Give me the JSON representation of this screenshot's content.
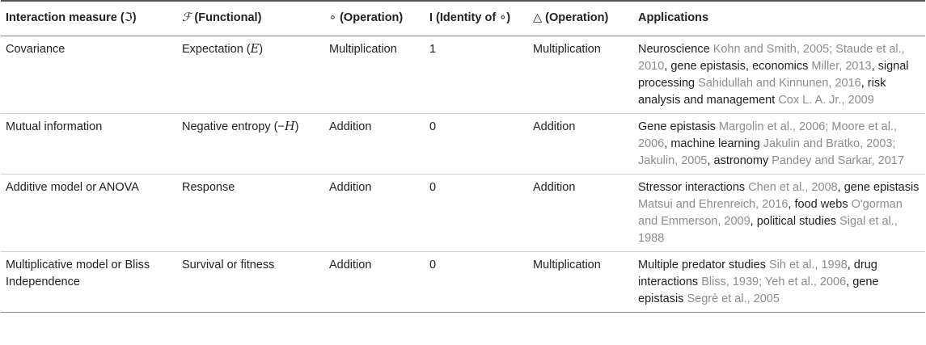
{
  "headers": [
    {
      "parts": [
        {
          "t": "Interaction measure (",
          "cls": ""
        },
        {
          "t": "ℑ",
          "cls": "sym"
        },
        {
          "t": ")",
          "cls": ""
        }
      ]
    },
    {
      "parts": [
        {
          "t": "ℱ",
          "cls": "math"
        },
        {
          "t": " (Functional)",
          "cls": ""
        }
      ]
    },
    {
      "parts": [
        {
          "t": "∘",
          "cls": "sym"
        },
        {
          "t": " (Operation)",
          "cls": ""
        }
      ]
    },
    {
      "parts": [
        {
          "t": "I (Identity of ",
          "cls": ""
        },
        {
          "t": "∘",
          "cls": "sym"
        },
        {
          "t": ")",
          "cls": ""
        }
      ]
    },
    {
      "parts": [
        {
          "t": "△",
          "cls": "sym"
        },
        {
          "t": " (Operation)",
          "cls": ""
        }
      ]
    },
    {
      "parts": [
        {
          "t": "Applications",
          "cls": ""
        }
      ]
    }
  ],
  "rows": [
    {
      "measure": "Covariance",
      "functional": [
        {
          "t": "Expectation (",
          "cls": ""
        },
        {
          "t": "E",
          "cls": "math"
        },
        {
          "t": ")",
          "cls": ""
        }
      ],
      "operation": "Multiplication",
      "identity": "1",
      "delta": "Multiplication",
      "applications": [
        {
          "t": "Neuroscience ",
          "cite": false
        },
        {
          "t": "Kohn and Smith, 2005; Staude et al., 2010",
          "cite": true
        },
        {
          "t": ", gene epistasis, economics ",
          "cite": false
        },
        {
          "t": "Miller, 2013",
          "cite": true
        },
        {
          "t": ", signal processing ",
          "cite": false
        },
        {
          "t": "Sahidullah and Kinnunen, 2016",
          "cite": true
        },
        {
          "t": ", risk analysis and management ",
          "cite": false
        },
        {
          "t": "Cox L. A. Jr., 2009",
          "cite": true
        }
      ]
    },
    {
      "measure": "Mutual information",
      "functional": [
        {
          "t": "Negative entropy (−",
          "cls": ""
        },
        {
          "t": "H",
          "cls": "math"
        },
        {
          "t": ")",
          "cls": ""
        }
      ],
      "operation": "Addition",
      "identity": "0",
      "delta": "Addition",
      "applications": [
        {
          "t": "Gene epistasis ",
          "cite": false
        },
        {
          "t": "Margolin et al., 2006; Moore et al., 2006",
          "cite": true
        },
        {
          "t": ", machine learning ",
          "cite": false
        },
        {
          "t": "Jakulin and Bratko, 2003; Jakulin, 2005",
          "cite": true
        },
        {
          "t": ", astronomy ",
          "cite": false
        },
        {
          "t": "Pandey and Sarkar, 2017",
          "cite": true
        }
      ]
    },
    {
      "measure": "Additive model or ANOVA",
      "functional": [
        {
          "t": "Response",
          "cls": ""
        }
      ],
      "operation": "Addition",
      "identity": "0",
      "delta": "Addition",
      "applications": [
        {
          "t": "Stressor interactions ",
          "cite": false
        },
        {
          "t": "Chen et al., 2008",
          "cite": true
        },
        {
          "t": ", gene epistasis ",
          "cite": false
        },
        {
          "t": "Matsui and Ehrenreich, 2016",
          "cite": true
        },
        {
          "t": ", food webs ",
          "cite": false
        },
        {
          "t": "O'gorman and Emmerson, 2009",
          "cite": true
        },
        {
          "t": ", political studies ",
          "cite": false
        },
        {
          "t": "Sigal et al., 1988",
          "cite": true
        }
      ]
    },
    {
      "measure": "Multiplicative model or Bliss Independence",
      "functional": [
        {
          "t": "Survival or fitness",
          "cls": ""
        }
      ],
      "operation": "Addition",
      "identity": "0",
      "delta": "Multiplication",
      "applications": [
        {
          "t": "Multiple predator studies ",
          "cite": false
        },
        {
          "t": "Sih et al., 1998",
          "cite": true
        },
        {
          "t": ", drug interactions ",
          "cite": false
        },
        {
          "t": "Bliss, 1939; Yeh et al., 2006",
          "cite": true
        },
        {
          "t": ", gene epistasis ",
          "cite": false
        },
        {
          "t": "Segrè et al., 2005",
          "cite": true
        }
      ]
    }
  ]
}
